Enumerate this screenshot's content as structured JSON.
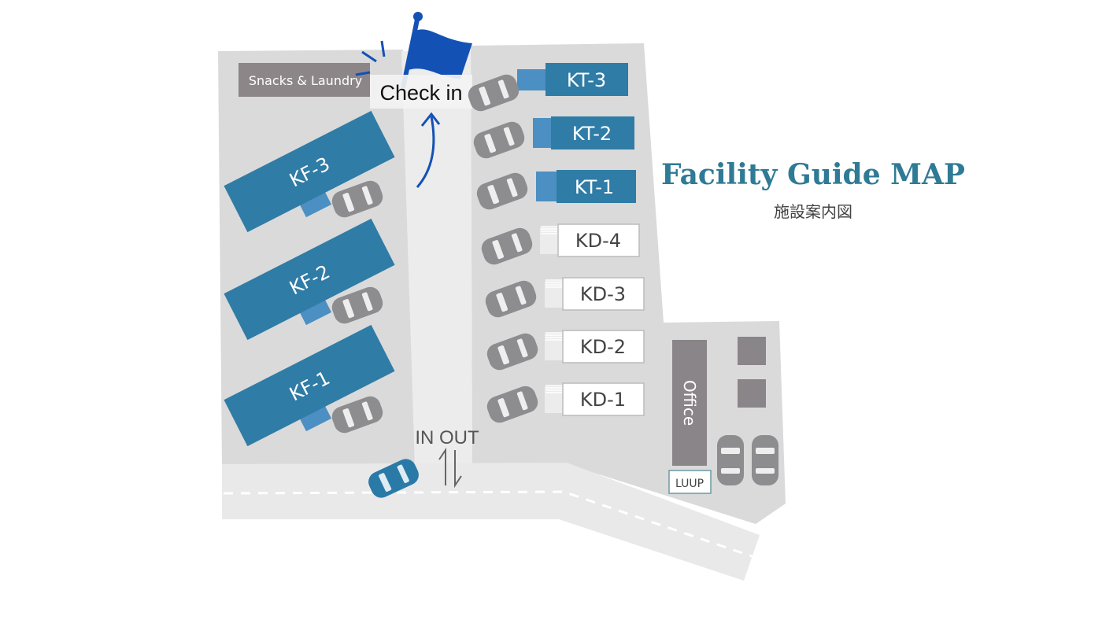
{
  "title": "Facility Guide MAP",
  "subtitle": "施設案内図",
  "check_in": "Check in",
  "snacks_laundry": "Snacks & Laundry",
  "office": "Office",
  "luup": "LUUP",
  "entrance": {
    "in_label": "IN",
    "out_label": "OUT"
  },
  "kf_buildings": [
    {
      "label": "KF-3"
    },
    {
      "label": "KF-2"
    },
    {
      "label": "KF-1"
    }
  ],
  "kt_buildings": [
    {
      "label": "KT-3"
    },
    {
      "label": "KT-2"
    },
    {
      "label": "KT-1"
    }
  ],
  "kd_buildings": [
    {
      "label": "KD-4"
    },
    {
      "label": "KD-3"
    },
    {
      "label": "KD-2"
    },
    {
      "label": "KD-1"
    }
  ],
  "colors": {
    "building_blue": "#2f7ca6",
    "building_blue_light": "#4c8fc2",
    "flag_blue": "#1451b5",
    "title": "#2f7a95",
    "lot": "#dadada",
    "aisle": "#ededed",
    "car": "#8d8d90",
    "guest_car": "#2a7aa8"
  },
  "icons": [
    "flag-icon",
    "arrow-icon",
    "car-icon",
    "in-out-arrows-icon"
  ]
}
